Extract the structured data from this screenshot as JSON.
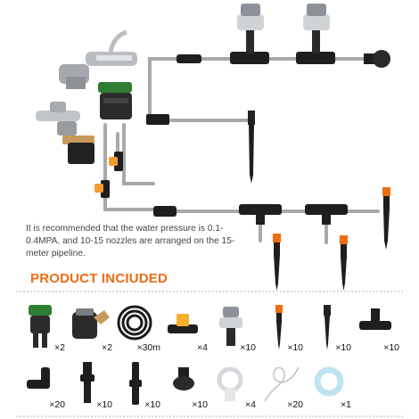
{
  "note": "It is recommended that the water pressure is 0.1-0.4MPA, and 10-15 nozzles are arranged on the 15-meter pipeline.",
  "heading": "PRODUCT INCIUDED",
  "products": [
    {
      "icon": "tap-adapter-icon",
      "qty": "×2"
    },
    {
      "icon": "hose-connector-icon",
      "qty": "×2"
    },
    {
      "icon": "hose-coil-icon",
      "qty": "×30m"
    },
    {
      "icon": "inline-valve-icon",
      "qty": "×4"
    },
    {
      "icon": "sprinkler-head-icon",
      "qty": "×10"
    },
    {
      "icon": "adjustable-dripper-icon",
      "qty": "×10"
    },
    {
      "icon": "drip-stake-icon",
      "qty": "×10"
    },
    {
      "icon": "tee-connector-icon",
      "qty": "×10"
    },
    {
      "icon": "elbow-connector-icon",
      "qty": "×20"
    },
    {
      "icon": "riser-connector-icon",
      "qty": "×10"
    },
    {
      "icon": "straight-coupler-icon",
      "qty": "×10"
    },
    {
      "icon": "end-plug-icon",
      "qty": "×10"
    },
    {
      "icon": "pipe-clip-icon",
      "qty": "×4"
    },
    {
      "icon": "cable-tie-icon",
      "qty": "×20"
    },
    {
      "icon": "seal-ring-icon",
      "qty": "×1"
    }
  ]
}
